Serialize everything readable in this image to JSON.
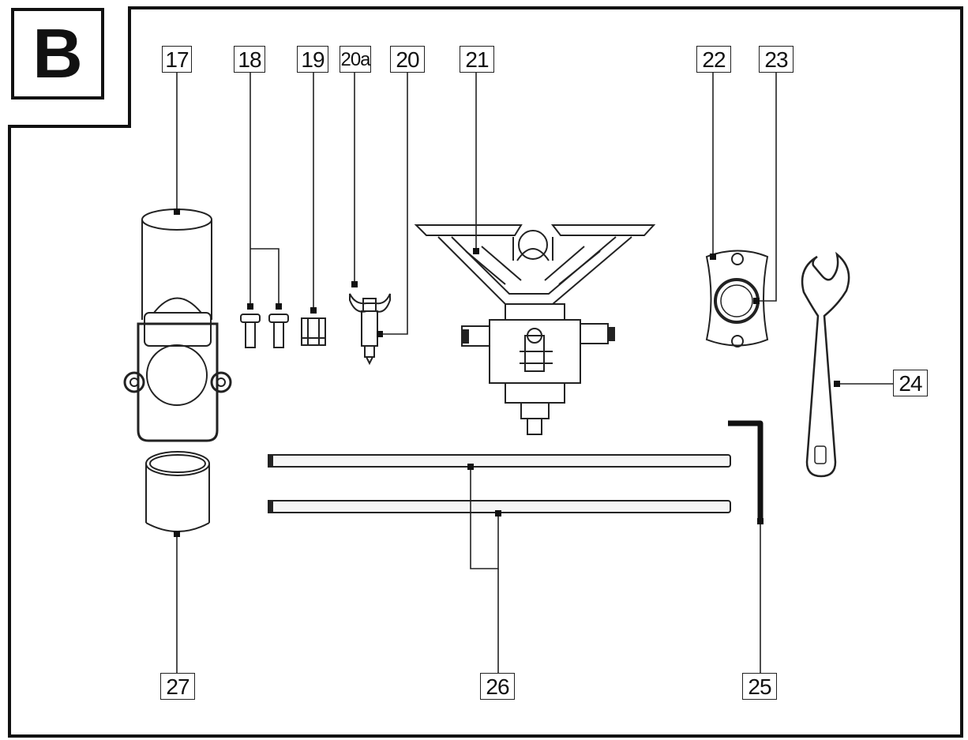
{
  "section": {
    "letter": "B"
  },
  "callouts": {
    "c17": "17",
    "c18": "18",
    "c19": "19",
    "c20a": "20a",
    "c20": "20",
    "c21": "21",
    "c22": "22",
    "c23": "23",
    "c24": "24",
    "c25": "25",
    "c26": "26",
    "c27": "27"
  }
}
